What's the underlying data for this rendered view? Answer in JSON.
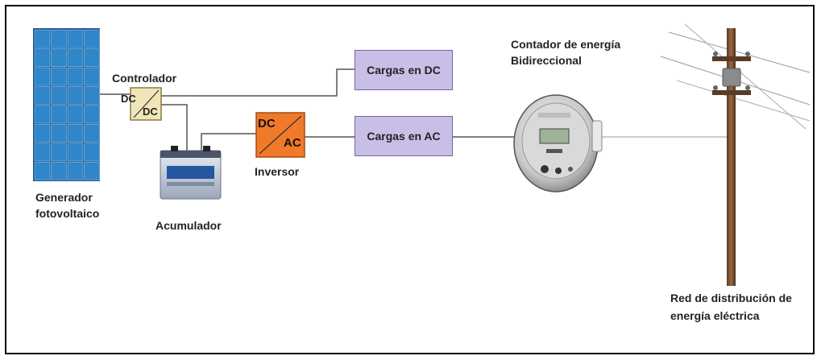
{
  "generator": {
    "label_line1": "Generador",
    "label_line2": "fotovoltaico"
  },
  "controller": {
    "label": "Controlador",
    "top_text": "DC",
    "bottom_text": "DC"
  },
  "battery": {
    "label": "Acumulador"
  },
  "inverter": {
    "label": "Inversor",
    "top_text": "DC",
    "bottom_text": "AC"
  },
  "dc_loads": {
    "label": "Cargas en DC"
  },
  "ac_loads": {
    "label": "Cargas en AC"
  },
  "meter": {
    "label_line1": "Contador de energía",
    "label_line2": "Bidireccional"
  },
  "grid": {
    "label_line1": "Red de distribución de",
    "label_line2": "energía eléctrica"
  },
  "colors": {
    "solar": "#2f86c9",
    "controller": "#f1e6b8",
    "inverter": "#f07a2a",
    "load_box": "#c9bfe6"
  }
}
